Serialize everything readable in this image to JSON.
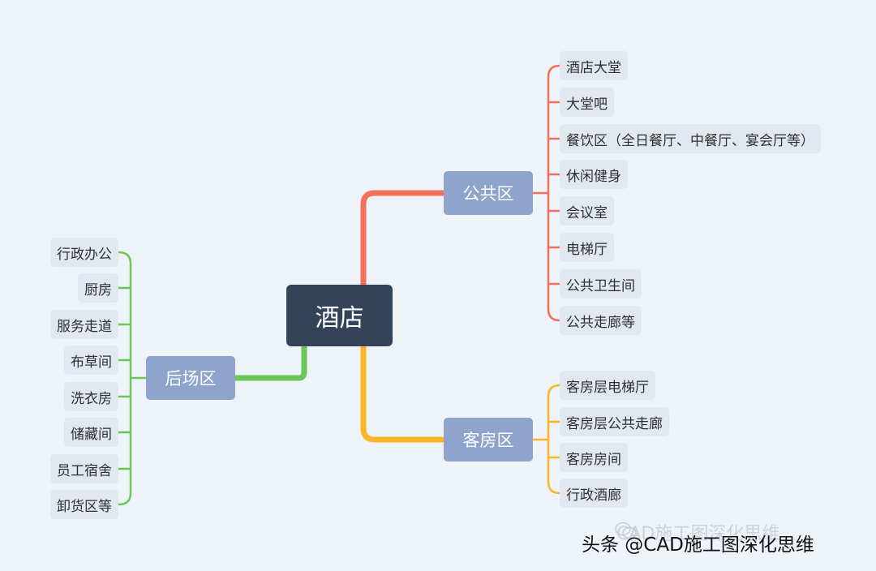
{
  "center": "酒店",
  "branches": {
    "public": {
      "label": "公共区",
      "color": "#f46f5a",
      "items": [
        "酒店大堂",
        "大堂吧",
        "餐饮区（全日餐厅、中餐厅、宴会厅等）",
        "休闲健身",
        "会议室",
        "电梯厅",
        "公共卫生间",
        "公共走廊等"
      ]
    },
    "rooms": {
      "label": "客房区",
      "color": "#fbb623",
      "items": [
        "客房层电梯厅",
        "客房层公共走廊",
        "客房房间",
        "行政酒廊"
      ]
    },
    "back": {
      "label": "后场区",
      "color": "#6cc655",
      "items": [
        "行政办公",
        "厨房",
        "服务走道",
        "布草间",
        "洗衣房",
        "储藏间",
        "员工宿舍",
        "卸货区等"
      ]
    }
  },
  "watermark": {
    "ghost": "CAD施工图深化思维",
    "main": "头条 @CAD施工图深化思维",
    "icon": "wechat-icon"
  }
}
